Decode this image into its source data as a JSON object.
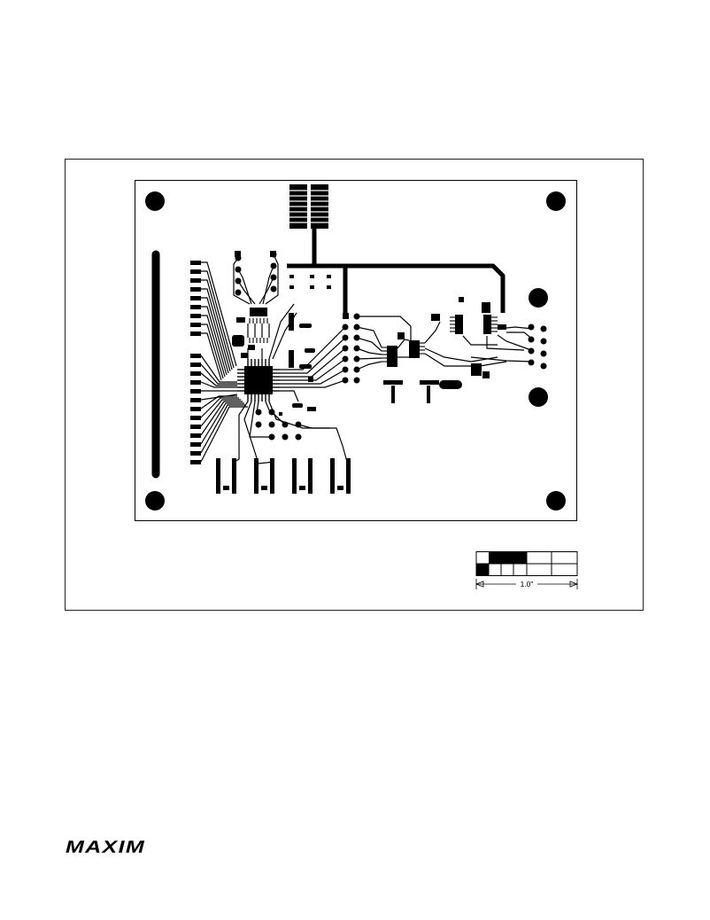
{
  "document": {
    "figure_type": "pcb-layout-silkscreen",
    "scale_bar": {
      "label": "1.0\"",
      "value_in": 1.0
    },
    "logo": {
      "text": "MAXIM"
    }
  }
}
